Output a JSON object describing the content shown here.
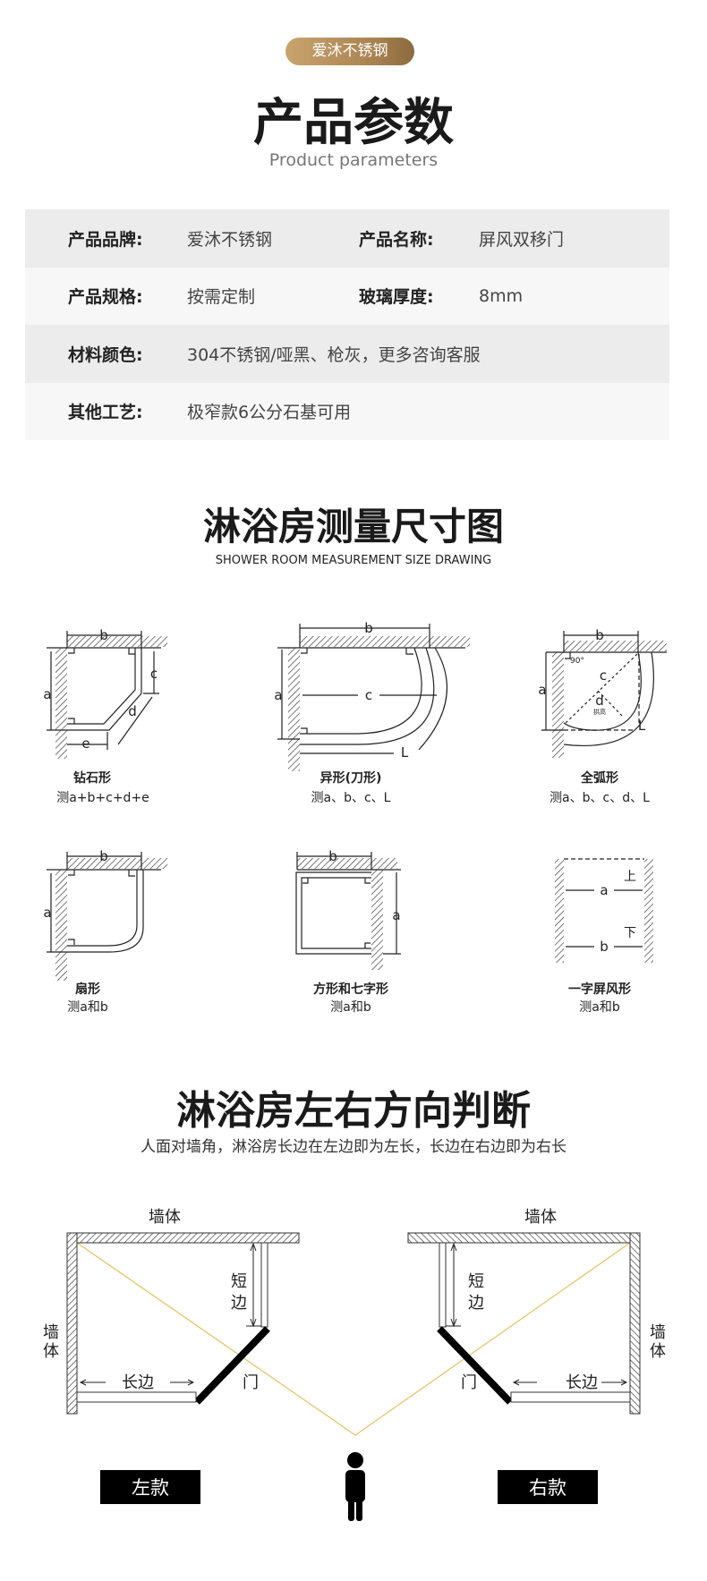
{
  "badge": "爱沐不锈钢",
  "section1": {
    "title": "产品参数",
    "subtitle": "Product parameters"
  },
  "params": [
    {
      "label1": "产品品牌:",
      "value1": "爱沐不锈钢",
      "label2": "产品名称:",
      "value2": "屏风双移门"
    },
    {
      "label1": "产品规格:",
      "value1": "按需定制",
      "label2": "玻璃厚度:",
      "value2": "8mm"
    },
    {
      "label1": "材料颜色:",
      "value1": "304不锈钢/哑黑、枪灰，更多咨询客服"
    },
    {
      "label1": "其他工艺:",
      "value1": "极窄款6公分石基可用"
    }
  ],
  "section2": {
    "title": "淋浴房测量尺寸图",
    "subtitle": "SHOWER ROOM MEASUREMENT SIZE DRAWING"
  },
  "shapes": [
    {
      "name": "钻石形",
      "measure": "测a+b+c+d+e"
    },
    {
      "name": "异形(刀形)",
      "measure": "测a、b、c、L"
    },
    {
      "name": "全弧形",
      "measure": "测a、b、c、d、L"
    },
    {
      "name": "扇形",
      "measure": "测a和b"
    },
    {
      "name": "方形和七字形",
      "measure": "测a和b"
    },
    {
      "name": "一字屏风形",
      "measure": "测a和b"
    }
  ],
  "dim_labels": {
    "a": "a",
    "b": "b",
    "c": "c",
    "d": "d",
    "e": "e",
    "L": "L",
    "angle": "90°",
    "arch": "拱高",
    "up": "上",
    "down": "下"
  },
  "section3": {
    "title": "淋浴房左右方向判断",
    "subtitle": "人面对墙角，淋浴房长边在左边即为左长，长边在右边即为右长"
  },
  "direction": {
    "wall": "墙体",
    "wall_v1": "墙",
    "wall_v2": "体",
    "short1": "短",
    "short2": "边",
    "long": "长边",
    "door": "门",
    "left_label": "左款",
    "right_label": "右款"
  },
  "colors": {
    "gold": "#a88150",
    "sightline": "#e8c56a"
  }
}
